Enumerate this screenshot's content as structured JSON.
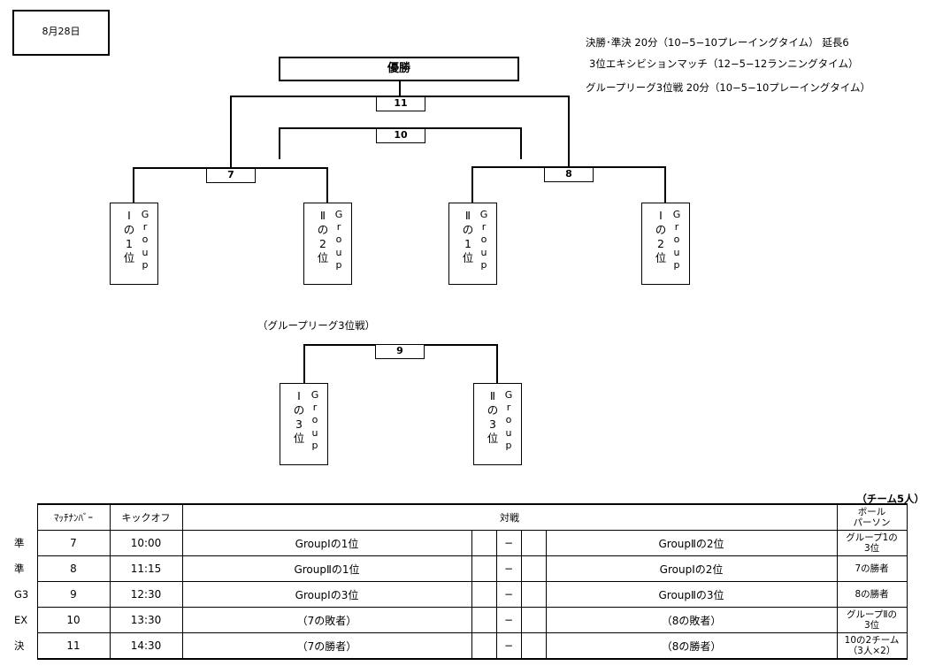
{
  "date": "8月28日",
  "notes": [
    "決勝･準決  20分（10−5−10プレーイングタイム）  延長6",
    "3位エキシビションマッチ（12−5−12ランニングタイム）",
    "グループリーグ3位戦  20分（10−5−10プレーイングタイム）"
  ],
  "bracket": {
    "champion": "優勝",
    "match_final": "11",
    "match_third": "10",
    "match_semi_left": "7",
    "match_semi_right": "8",
    "teams": [
      {
        "roman": "Ⅰ",
        "no": "の",
        "rank": "1",
        "pos": "位",
        "group": [
          "G",
          "r",
          "o",
          "u",
          "p"
        ]
      },
      {
        "roman": "Ⅱ",
        "no": "の",
        "rank": "2",
        "pos": "位",
        "group": [
          "G",
          "r",
          "o",
          "u",
          "p"
        ]
      },
      {
        "roman": "Ⅱ",
        "no": "の",
        "rank": "1",
        "pos": "位",
        "group": [
          "G",
          "r",
          "o",
          "u",
          "p"
        ]
      },
      {
        "roman": "Ⅰ",
        "no": "の",
        "rank": "2",
        "pos": "位",
        "group": [
          "G",
          "r",
          "o",
          "u",
          "p"
        ]
      }
    ]
  },
  "third_place": {
    "label": "（グループリーグ3位戦）",
    "match": "9",
    "teams": [
      {
        "roman": "Ⅰ",
        "no": "の",
        "rank": "3",
        "pos": "位",
        "group": [
          "G",
          "r",
          "o",
          "u",
          "p"
        ]
      },
      {
        "roman": "Ⅱ",
        "no": "の",
        "rank": "3",
        "pos": "位",
        "group": [
          "G",
          "r",
          "o",
          "u",
          "p"
        ]
      }
    ]
  },
  "schedule": {
    "persons_note": "（チーム5人）",
    "headers": {
      "match_no": "ﾏｯﾁﾅﾝﾊﾞｰ",
      "kickoff": "キックオフ",
      "versus": "対戦",
      "ball_person_1": "ボール",
      "ball_person_2": "パーソン"
    },
    "rows": [
      {
        "type": "準",
        "no": "7",
        "time": "10:00",
        "home": "GroupⅠの1位",
        "dash": "−",
        "away": "GroupⅡの2位",
        "bp1": "グループ1の",
        "bp2": "3位"
      },
      {
        "type": "準",
        "no": "8",
        "time": "11:15",
        "home": "GroupⅡの1位",
        "dash": "−",
        "away": "GroupⅠの2位",
        "bp1": "7の勝者",
        "bp2": ""
      },
      {
        "type": "G3",
        "no": "9",
        "time": "12:30",
        "home": "GroupⅠの3位",
        "dash": "−",
        "away": "GroupⅡの3位",
        "bp1": "8の勝者",
        "bp2": ""
      },
      {
        "type": "EX",
        "no": "10",
        "time": "13:30",
        "home": "（7の敗者）",
        "dash": "−",
        "away": "（8の敗者）",
        "bp1": "グループⅡの",
        "bp2": "3位"
      },
      {
        "type": "決",
        "no": "11",
        "time": "14:30",
        "home": "（7の勝者）",
        "dash": "−",
        "away": "（8の勝者）",
        "bp1": "10の2チーム",
        "bp2": "（3人×2）"
      }
    ]
  }
}
